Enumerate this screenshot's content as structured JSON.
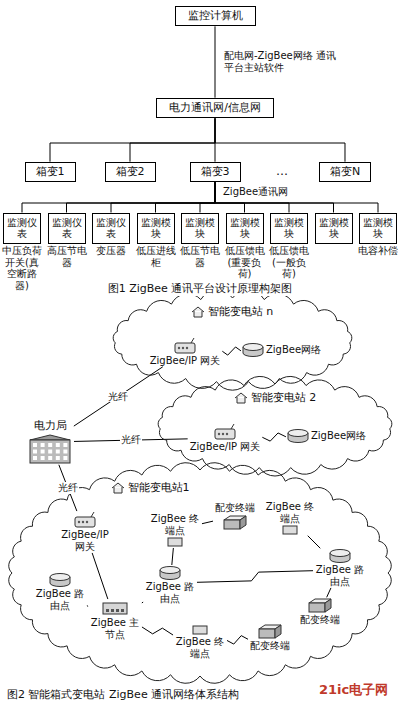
{
  "diagram": {
    "nodes": [
      {
        "text": [
          "监控计算机"
        ]
      },
      {
        "text": [
          "电力通讯网/信息网"
        ]
      },
      {
        "text": [
          "箱变1"
        ]
      },
      {
        "text": [
          "箱变2"
        ]
      },
      {
        "text": [
          "箱变3"
        ]
      },
      {
        "text": [
          "箱变N"
        ]
      },
      {
        "text": [
          "监测仪表"
        ]
      },
      {
        "text": [
          "监测仪表"
        ]
      },
      {
        "text": [
          "监测仪表"
        ]
      },
      {
        "text": [
          "监测模块"
        ]
      },
      {
        "text": [
          "监测模块"
        ]
      },
      {
        "text": [
          "监测模块"
        ]
      },
      {
        "text": [
          "监测模块"
        ]
      },
      {
        "text": [
          "监测模块"
        ]
      },
      {
        "text": [
          "监测模块"
        ]
      },
      {
        "text": [
          "智能变电站 n"
        ]
      },
      {
        "text": [
          "ZigBee/IP 网关"
        ],
        "in": 15
      },
      {
        "text": [
          "ZigBee网络"
        ],
        "in": 15
      },
      {
        "text": [
          "电力局"
        ]
      },
      {
        "text": [
          "智能变电站 2"
        ]
      },
      {
        "text": [
          "ZigBee/IP 网关"
        ],
        "in": 19
      },
      {
        "text": [
          "ZigBee网络"
        ],
        "in": 19
      },
      {
        "text": [
          "智能变电站1"
        ]
      },
      {
        "text": [
          "ZigBee/IP 网关"
        ],
        "in": 22
      },
      {
        "text": [
          "配变终端"
        ],
        "in": 22
      },
      {
        "text": [
          "ZigBee 终端点"
        ],
        "in": 22
      },
      {
        "text": [
          "ZigBee 终端点"
        ],
        "in": 22
      },
      {
        "text": [
          "ZigBee 路由点"
        ],
        "in": 22
      },
      {
        "text": [
          "ZigBee 路由点"
        ],
        "in": 22
      },
      {
        "text": [
          "ZigBee 路由点"
        ],
        "in": 22
      },
      {
        "text": [
          "ZigBee 主节点"
        ],
        "in": 22
      },
      {
        "text": [
          "ZigBee 终端点"
        ],
        "in": 22
      },
      {
        "text": [
          "配变终端"
        ],
        "in": 22
      },
      {
        "text": [
          "配变终端"
        ],
        "in": 22
      }
    ],
    "edges": [
      {
        "from": 0,
        "to": 1,
        "arrow": "none",
        "label": "配电网-ZigBee网络 通讯平台主站软件"
      },
      {
        "from": 1,
        "to": 2,
        "arrow": "none"
      },
      {
        "from": 1,
        "to": 3,
        "arrow": "none"
      },
      {
        "from": 1,
        "to": 4,
        "arrow": "none"
      },
      {
        "from": 1,
        "to": 5,
        "arrow": "none"
      },
      {
        "from": 4,
        "to": 6,
        "arrow": "none"
      },
      {
        "from": 4,
        "to": 7,
        "arrow": "none"
      },
      {
        "from": 4,
        "to": 8,
        "arrow": "none"
      },
      {
        "from": 4,
        "to": 9,
        "arrow": "none"
      },
      {
        "from": 4,
        "to": 10,
        "arrow": "none"
      },
      {
        "from": 4,
        "to": 11,
        "arrow": "none"
      },
      {
        "from": 4,
        "to": 12,
        "arrow": "none"
      },
      {
        "from": 4,
        "to": 13,
        "arrow": "none"
      },
      {
        "from": 4,
        "to": 14,
        "arrow": "none"
      },
      {
        "from": 18,
        "to": 16,
        "arrow": "none",
        "label": "光纤"
      },
      {
        "from": 18,
        "to": 20,
        "arrow": "none",
        "label": "光纤"
      },
      {
        "from": 18,
        "to": 23,
        "arrow": "none",
        "label": "光纤"
      },
      {
        "from": 16,
        "to": 17,
        "arrow": "none"
      },
      {
        "from": 20,
        "to": 21,
        "arrow": "none"
      },
      {
        "from": 23,
        "to": 30,
        "arrow": "none"
      },
      {
        "from": 30,
        "to": 29,
        "arrow": "none"
      },
      {
        "from": 30,
        "to": 27,
        "arrow": "none"
      },
      {
        "from": 30,
        "to": 31,
        "arrow": "none"
      },
      {
        "from": 27,
        "to": 25,
        "arrow": "none"
      },
      {
        "from": 25,
        "to": 24,
        "arrow": "none"
      },
      {
        "from": 27,
        "to": 28,
        "arrow": "none"
      },
      {
        "from": 28,
        "to": 26,
        "arrow": "none"
      },
      {
        "from": 28,
        "to": 32,
        "arrow": "none"
      },
      {
        "from": 31,
        "to": 33,
        "arrow": "none"
      }
    ],
    "labels": [
      "…",
      "ZigBee通讯网",
      "中压负荷开关(真空断路器)",
      "高压节电器",
      "变压器",
      "低压进线柜",
      "低压节电器",
      "低压馈电(重要负荷)",
      "低压馈电(一般负荷)",
      "电容补偿",
      "21ic电子网",
      "图1 ZigBee 通讯平台设计原理构架图",
      "图2 智能箱式变电站 ZigBee 通讯网络体系结构"
    ]
  }
}
